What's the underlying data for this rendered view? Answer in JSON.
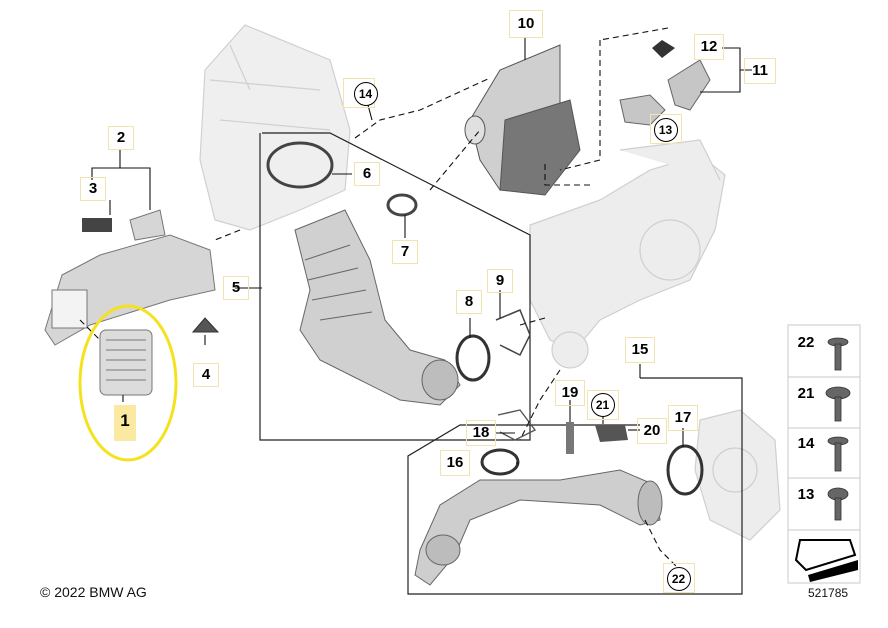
{
  "callouts": {
    "c1": "1",
    "c2": "2",
    "c3": "3",
    "c4": "4",
    "c5": "5",
    "c6": "6",
    "c7": "7",
    "c8": "8",
    "c9": "9",
    "c10": "10",
    "c11": "11",
    "c12": "12",
    "c13": "13",
    "c14": "14",
    "c15": "15",
    "c16": "16",
    "c17": "17",
    "c18": "18",
    "c19": "19",
    "c20": "20",
    "c21": "21",
    "c22": "22",
    "c13b": "13",
    "c14b": "14",
    "c21b": "21",
    "c22b": "22"
  },
  "legend": {
    "r22": "22",
    "r21": "21",
    "r14": "14",
    "r13": "13"
  },
  "footer": {
    "copyright": "© 2022 BMW AG",
    "diagram_number": "521785"
  },
  "colors": {
    "part_fill": "#d2d2d2",
    "ghost_fill": "#ececec",
    "highlight_ring": "#f5e11e",
    "highlight_tag": "#fbe9a2"
  }
}
